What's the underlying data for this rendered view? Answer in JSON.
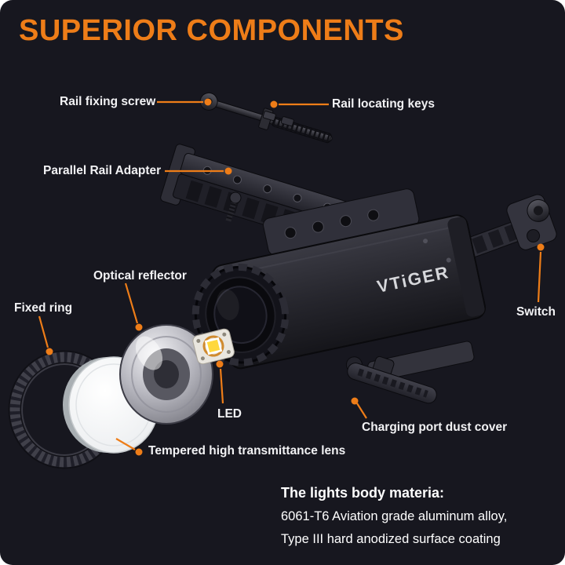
{
  "page": {
    "title": "SUPERIOR COMPONENTS",
    "background": "#17171f",
    "accent": "#ee7d18"
  },
  "labels": {
    "rail_fixing_screw": "Rail fixing screw",
    "rail_locating_keys": "Rail locating keys",
    "parallel_rail_adapter": "Parallel Rail Adapter",
    "optical_reflector": "Optical reflector",
    "fixed_ring": "Fixed ring",
    "switch": "Switch",
    "led": "LED",
    "charging_port_dust_cover": "Charging port dust cover",
    "tempered_lens": "Tempered high transmittance lens"
  },
  "brand": {
    "logo": "VTiGER"
  },
  "footer": {
    "heading": "The lights body materia:",
    "line1": "6061-T6 Aviation grade aluminum alloy,",
    "line2": "Type III hard anodized surface coating"
  },
  "colors": {
    "body_gray": "#2b2b33",
    "lens_white": "#eef0f2",
    "led_yellow": "#ffd83d"
  }
}
